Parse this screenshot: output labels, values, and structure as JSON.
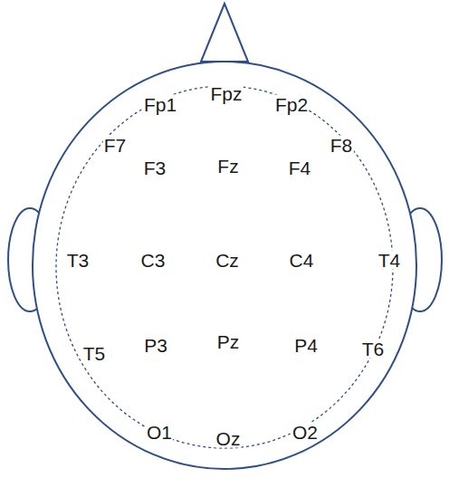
{
  "diagram": {
    "labels": [
      "Fp1",
      "Fpz",
      "Fp2",
      "F7",
      "F3",
      "Fz",
      "F4",
      "F8",
      "T3",
      "C3",
      "Cz",
      "C4",
      "T4",
      "T5",
      "P3",
      "Pz",
      "P4",
      "T6",
      "O1",
      "Oz",
      "O2"
    ]
  }
}
